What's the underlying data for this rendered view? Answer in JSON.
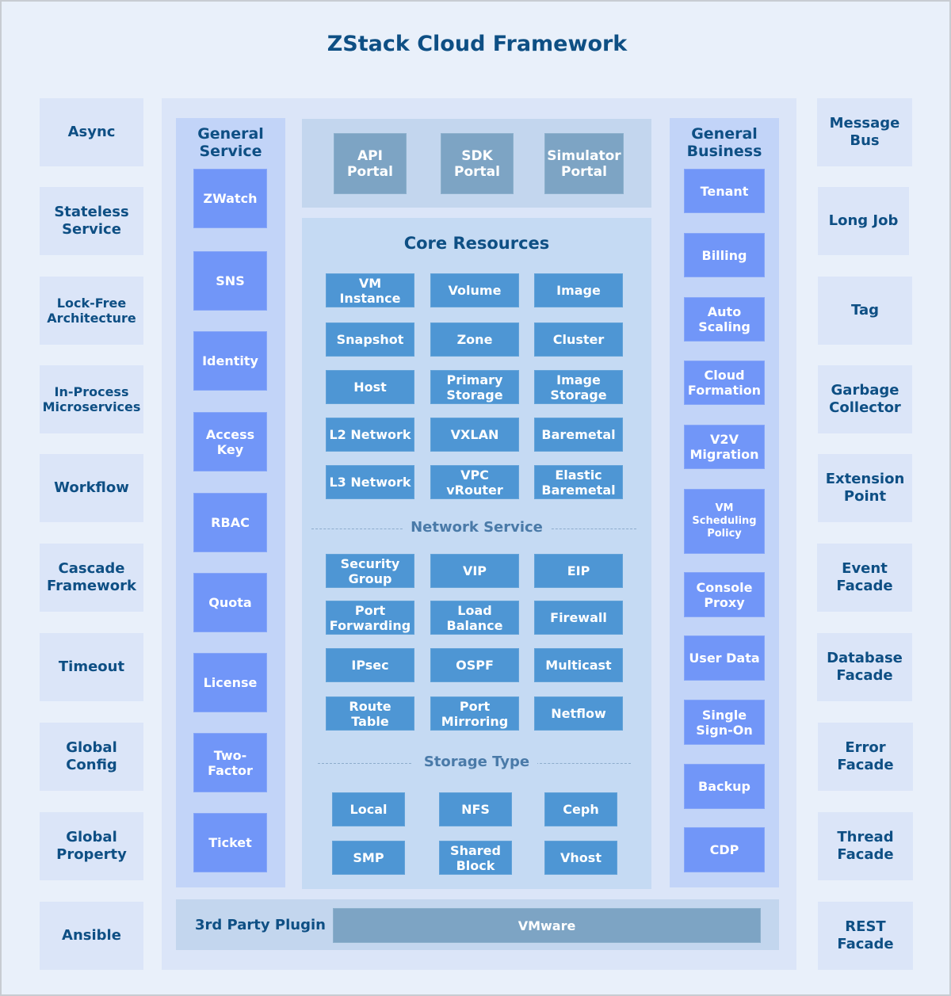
{
  "title": "ZStack Cloud Framework",
  "left_features": [
    "Async",
    "Stateless\nService",
    "Lock-Free\nArchitecture",
    "In-Process\nMicroservices",
    "Workflow",
    "Cascade\nFramework",
    "Timeout",
    "Global\nConfig",
    "Global\nProperty",
    "Ansible"
  ],
  "right_features": [
    "Message\nBus",
    "Long Job",
    "Tag",
    "Garbage\nCollector",
    "Extension\nPoint",
    "Event\nFacade",
    "Database\nFacade",
    "Error\nFacade",
    "Thread\nFacade",
    "REST\nFacade"
  ],
  "general_service": {
    "title": "General\nService",
    "items": [
      "ZWatch",
      "SNS",
      "Identity",
      "Access\nKey",
      "RBAC",
      "Quota",
      "License",
      "Two-\nFactor",
      "Ticket"
    ]
  },
  "general_business": {
    "title": "General\nBusiness",
    "items": [
      "Tenant",
      "Billing",
      "Auto\nScaling",
      "Cloud\nFormation",
      "V2V\nMigration",
      "VM\nScheduling\nPolicy",
      "Console\nProxy",
      "User Data",
      "Single\nSign-On",
      "Backup",
      "CDP"
    ]
  },
  "portals": [
    "API\nPortal",
    "SDK\nPortal",
    "Simulator\nPortal"
  ],
  "core_resources": {
    "title": "Core Resources",
    "items": [
      "VM\nInstance",
      "Volume",
      "Image",
      "Snapshot",
      "Zone",
      "Cluster",
      "Host",
      "Primary\nStorage",
      "Image\nStorage",
      "L2 Network",
      "VXLAN",
      "Baremetal",
      "L3 Network",
      "VPC\nvRouter",
      "Elastic\nBaremetal"
    ]
  },
  "network_service": {
    "title": "Network Service",
    "items": [
      "Security\nGroup",
      "VIP",
      "EIP",
      "Port\nForwarding",
      "Load\nBalance",
      "Firewall",
      "IPsec",
      "OSPF",
      "Multicast",
      "Route\nTable",
      "Port\nMirroring",
      "Netflow"
    ]
  },
  "storage_type": {
    "title": "Storage Type",
    "items": [
      "Local",
      "NFS",
      "Ceph",
      "SMP",
      "Shared\nBlock",
      "Vhost"
    ]
  },
  "third_party": {
    "label": "3rd Party Plugin",
    "items": [
      "VMware"
    ]
  }
}
